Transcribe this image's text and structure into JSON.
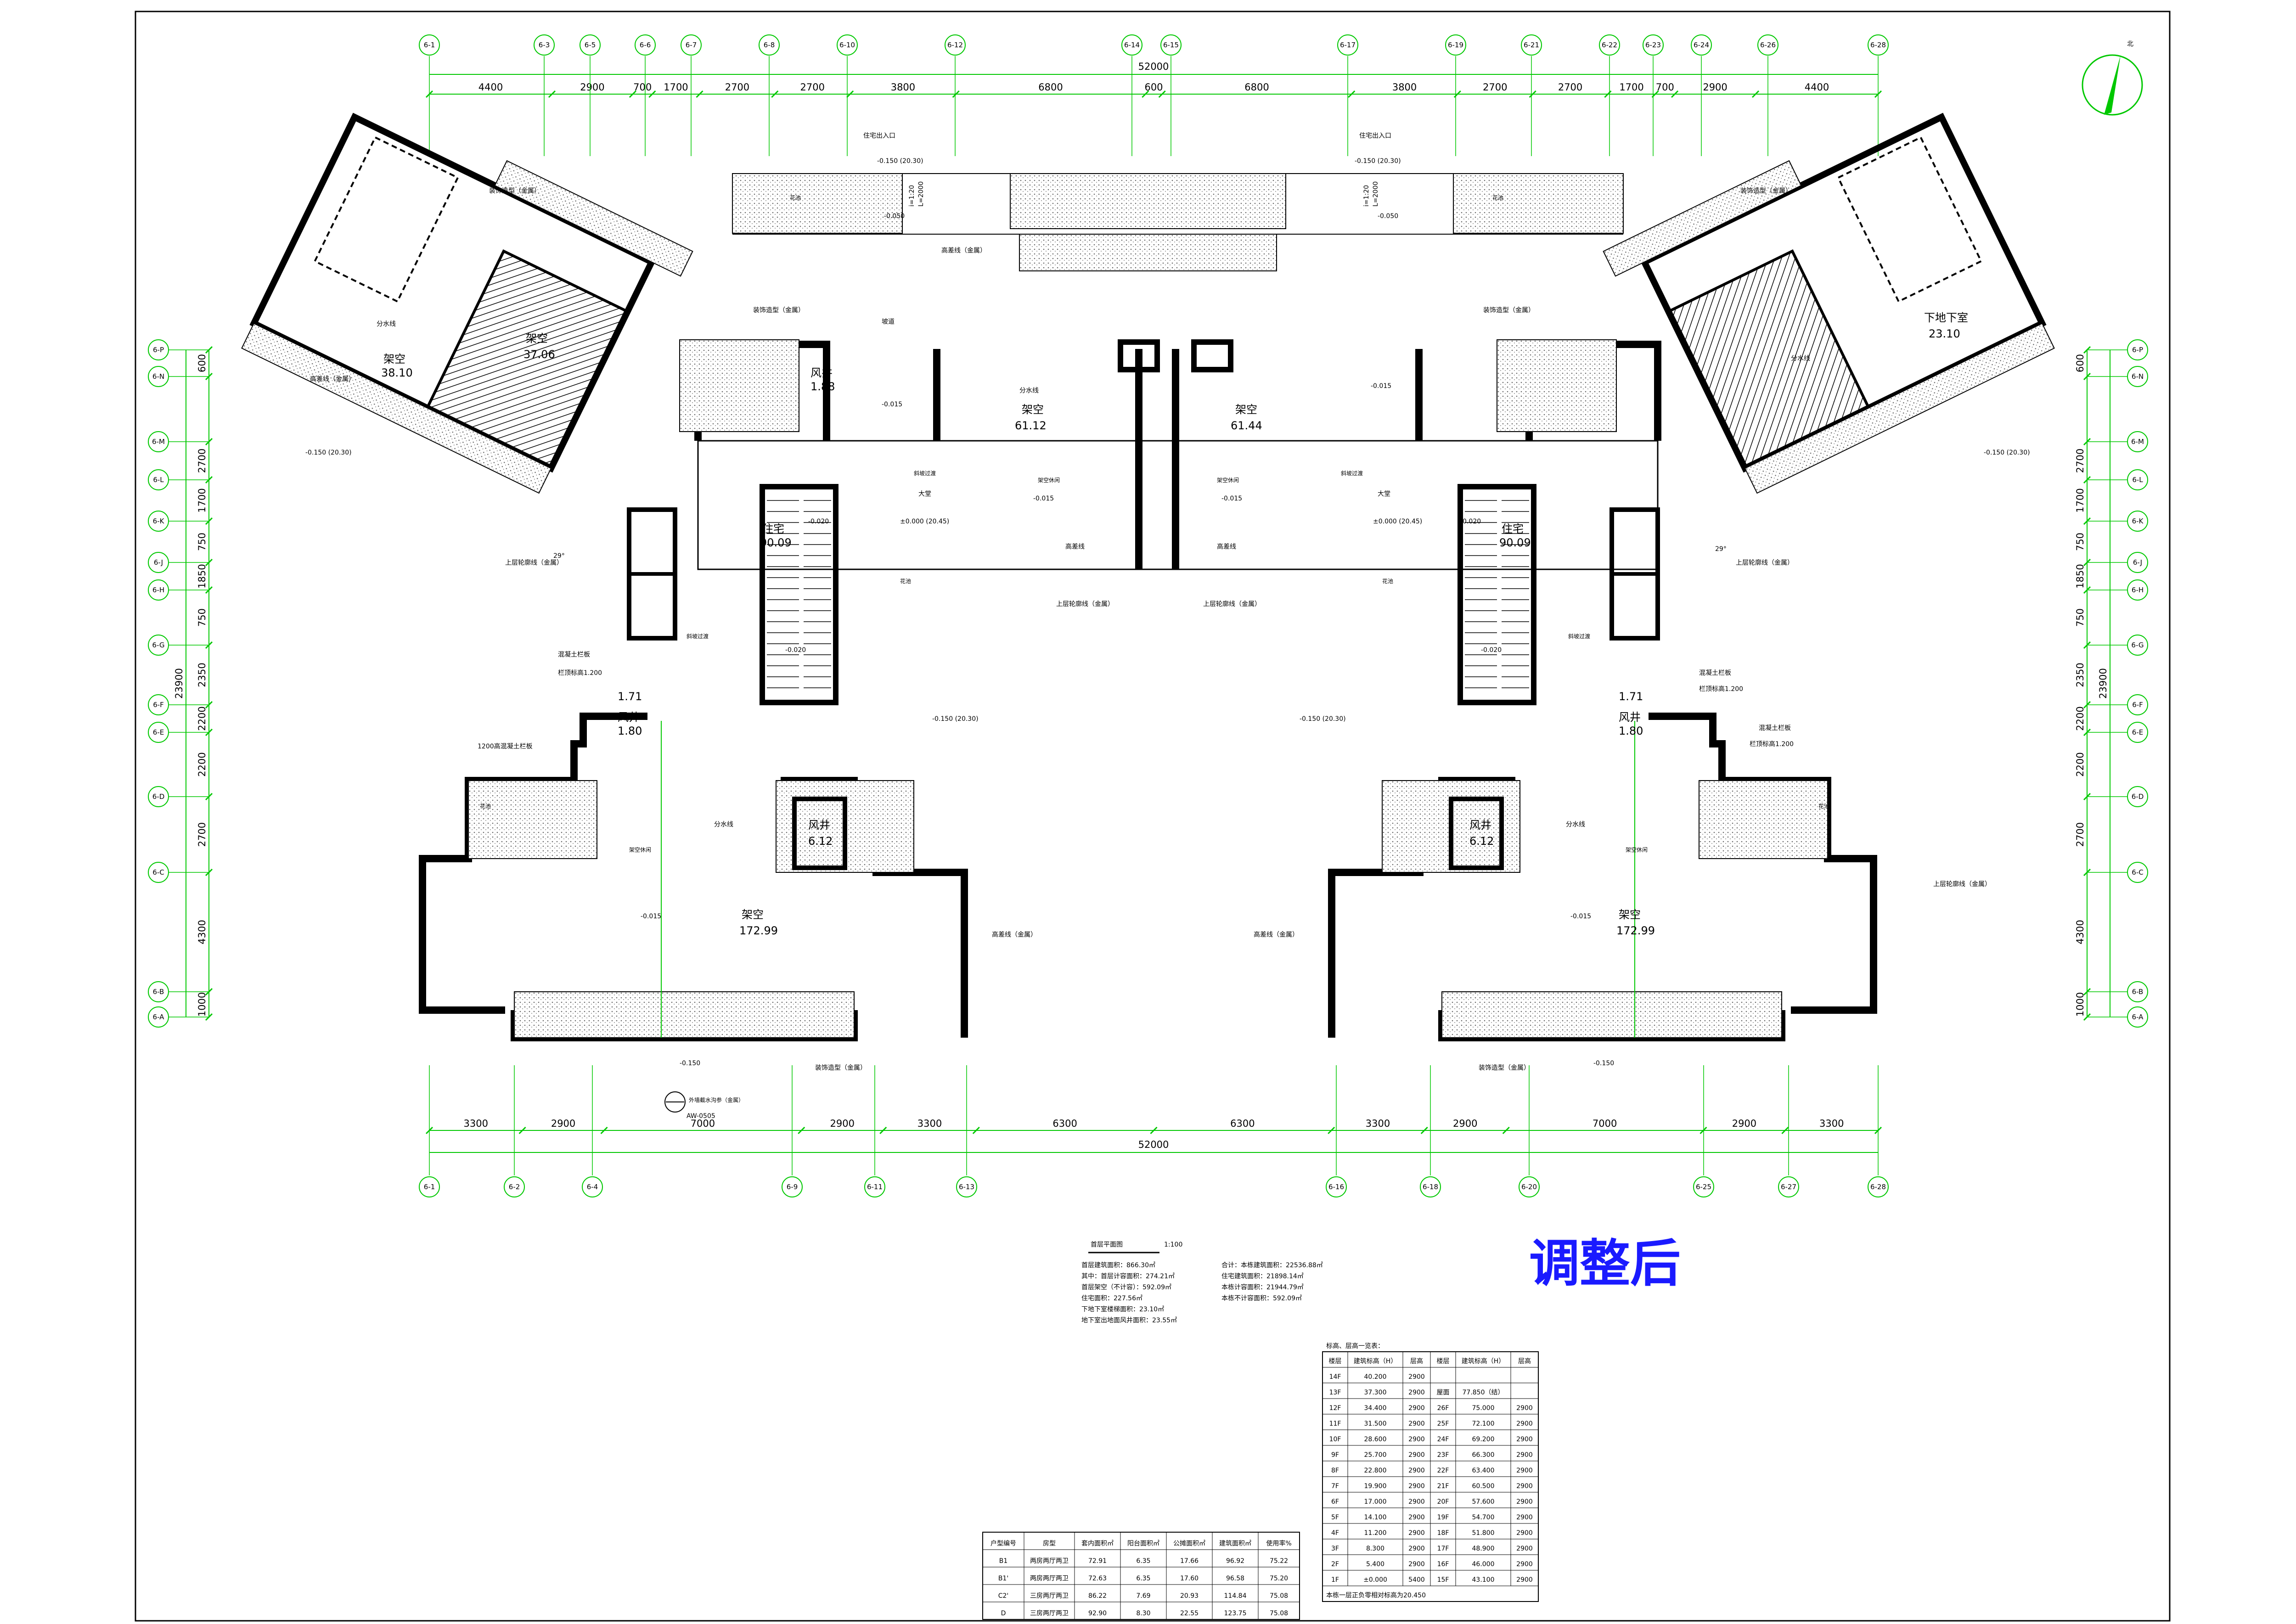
{
  "stamp": "调整后",
  "north": "北",
  "plan": {
    "title": "首层平面图",
    "scale": "1:100",
    "stats_left": [
      "首层建筑面积：866.30㎡",
      "其中：首层计容面积：274.21㎡",
      "首层架空（不计容）：592.09㎡",
      "住宅面积：227.56㎡",
      "下地下室楼梯面积：23.10㎡",
      "地下室出地面风井面积：23.55㎡"
    ],
    "stats_right": [
      "合计：本栋建筑面积：22536.88㎡",
      "住宅建筑面积：21898.14㎡",
      "本栋计容面积：21944.79㎡",
      "本栋不计容面积：592.09㎡"
    ]
  },
  "top_dims": [
    "4400",
    "2900",
    "700",
    "1700",
    "2700",
    "2700",
    "3800",
    "6800",
    "600",
    "6800",
    "3800",
    "2700",
    "2700",
    "1700",
    "700",
    "2900",
    "4400"
  ],
  "top_total": "52000",
  "bottom_dims": [
    "3300",
    "2900",
    "7000",
    "2900",
    "3300",
    "6300",
    "6300",
    "3300",
    "2900",
    "7000",
    "2900",
    "3300"
  ],
  "bottom_total": "52000",
  "top_axes": [
    "6-1",
    "6-3",
    "6-5",
    "6-6",
    "6-7",
    "6-8",
    "6-10",
    "6-12",
    "6-14",
    "6-15",
    "6-17",
    "6-19",
    "6-21",
    "6-22",
    "6-23",
    "6-24",
    "6-26",
    "6-28"
  ],
  "bottom_axes": [
    "6-1",
    "6-2",
    "6-4",
    "6-9",
    "6-11",
    "6-13",
    "6-16",
    "6-18",
    "6-20",
    "6-25",
    "6-27",
    "6-28"
  ],
  "left_axes": [
    "6-P",
    "6-N",
    "6-M",
    "6-L",
    "6-K",
    "6-J",
    "6-H",
    "6-G",
    "6-F",
    "6-E",
    "6-D",
    "6-C",
    "6-B",
    "6-A"
  ],
  "left_dims": [
    "600",
    "2700",
    "1700",
    "750",
    "1850",
    "750",
    "2350",
    "2200",
    "2200",
    "2700",
    "4300",
    "1000"
  ],
  "side_total": "23900",
  "rooms": {
    "jiakong": "架空",
    "area_172_99": "172.99",
    "area_37_06": "37.06",
    "area_38_10": "38.10",
    "area_61_12": "61.12",
    "area_61_44": "61.44",
    "zhuzhai": "住宅",
    "area_90_09": "90.09",
    "fengjing": "风井",
    "area_6_12": "6.12",
    "area_1_88": "1.88",
    "area_1_71": "1.71",
    "area_1_80": "1.80",
    "basement_stair": "下地下室",
    "area_23_10": "23.10",
    "hall": "大堂",
    "ramp": "坡道"
  },
  "labels": {
    "entrance": "住宅出入口",
    "lvl_main": "-0.150 (20.30)",
    "lvl_015": "-0.015",
    "lvl_020": "-0.020",
    "lvl_050": "-0.050",
    "lvl_150": "-0.150",
    "lvl_zero": "±0.000 (20.45)",
    "height_diff": "高差线",
    "height_diff_gold": "高差线（金属）",
    "decor": "装饰造型（金属）",
    "upper_line": "上层轮廓线（金属）",
    "slope": "i=1:20",
    "slope_len": "L=2000",
    "waterline": "分水线",
    "planter": "花池",
    "parapet": "混凝土栏板",
    "parapet_h": "栏顶标高1.200",
    "parapet_1200": "1200高混凝土栏板",
    "corridor": "架空休闲",
    "ramp_pass": "斜坡过渡",
    "sign": "AW-0505",
    "detail_ref": "外墙截水沟参（金属）",
    "angle": "29°"
  },
  "unit_table": {
    "headers": [
      "户型编号",
      "房型",
      "套内面积㎡",
      "阳台面积㎡",
      "公摊面积㎡",
      "建筑面积㎡",
      "使用率%"
    ],
    "rows": [
      [
        "B1",
        "两房两厅两卫",
        "72.91",
        "6.35",
        "17.66",
        "96.92",
        "75.22"
      ],
      [
        "B1'",
        "两房两厅两卫",
        "72.63",
        "6.35",
        "17.60",
        "96.58",
        "75.20"
      ],
      [
        "C2'",
        "三房两厅两卫",
        "86.22",
        "7.69",
        "20.93",
        "114.84",
        "75.08"
      ],
      [
        "D",
        "三房两厅两卫",
        "92.90",
        "8.30",
        "22.55",
        "123.75",
        "75.08"
      ]
    ]
  },
  "floor_table": {
    "caption": "标高、层高一览表：",
    "headers": [
      "楼层",
      "建筑标高（H）",
      "层高",
      "楼层",
      "建筑标高（H）",
      "层高"
    ],
    "rows": [
      [
        "14F",
        "40.200",
        "2900",
        "",
        "",
        ""
      ],
      [
        "13F",
        "37.300",
        "2900",
        "屋面",
        "77.850（结）",
        ""
      ],
      [
        "12F",
        "34.400",
        "2900",
        "26F",
        "75.000",
        "2900"
      ],
      [
        "11F",
        "31.500",
        "2900",
        "25F",
        "72.100",
        "2900"
      ],
      [
        "10F",
        "28.600",
        "2900",
        "24F",
        "69.200",
        "2900"
      ],
      [
        "9F",
        "25.700",
        "2900",
        "23F",
        "66.300",
        "2900"
      ],
      [
        "8F",
        "22.800",
        "2900",
        "22F",
        "63.400",
        "2900"
      ],
      [
        "7F",
        "19.900",
        "2900",
        "21F",
        "60.500",
        "2900"
      ],
      [
        "6F",
        "17.000",
        "2900",
        "20F",
        "57.600",
        "2900"
      ],
      [
        "5F",
        "14.100",
        "2900",
        "19F",
        "54.700",
        "2900"
      ],
      [
        "4F",
        "11.200",
        "2900",
        "18F",
        "51.800",
        "2900"
      ],
      [
        "3F",
        "8.300",
        "2900",
        "17F",
        "48.900",
        "2900"
      ],
      [
        "2F",
        "5.400",
        "2900",
        "16F",
        "46.000",
        "2900"
      ],
      [
        "1F",
        "±0.000",
        "5400",
        "15F",
        "43.100",
        "2900"
      ]
    ],
    "footnote": "本栋一层正负零相对标高为20.450"
  },
  "colors": {
    "dimension": "#00c800",
    "stamp": "#1a1aff",
    "wall": "#000000",
    "accent": "#cc00cc"
  }
}
